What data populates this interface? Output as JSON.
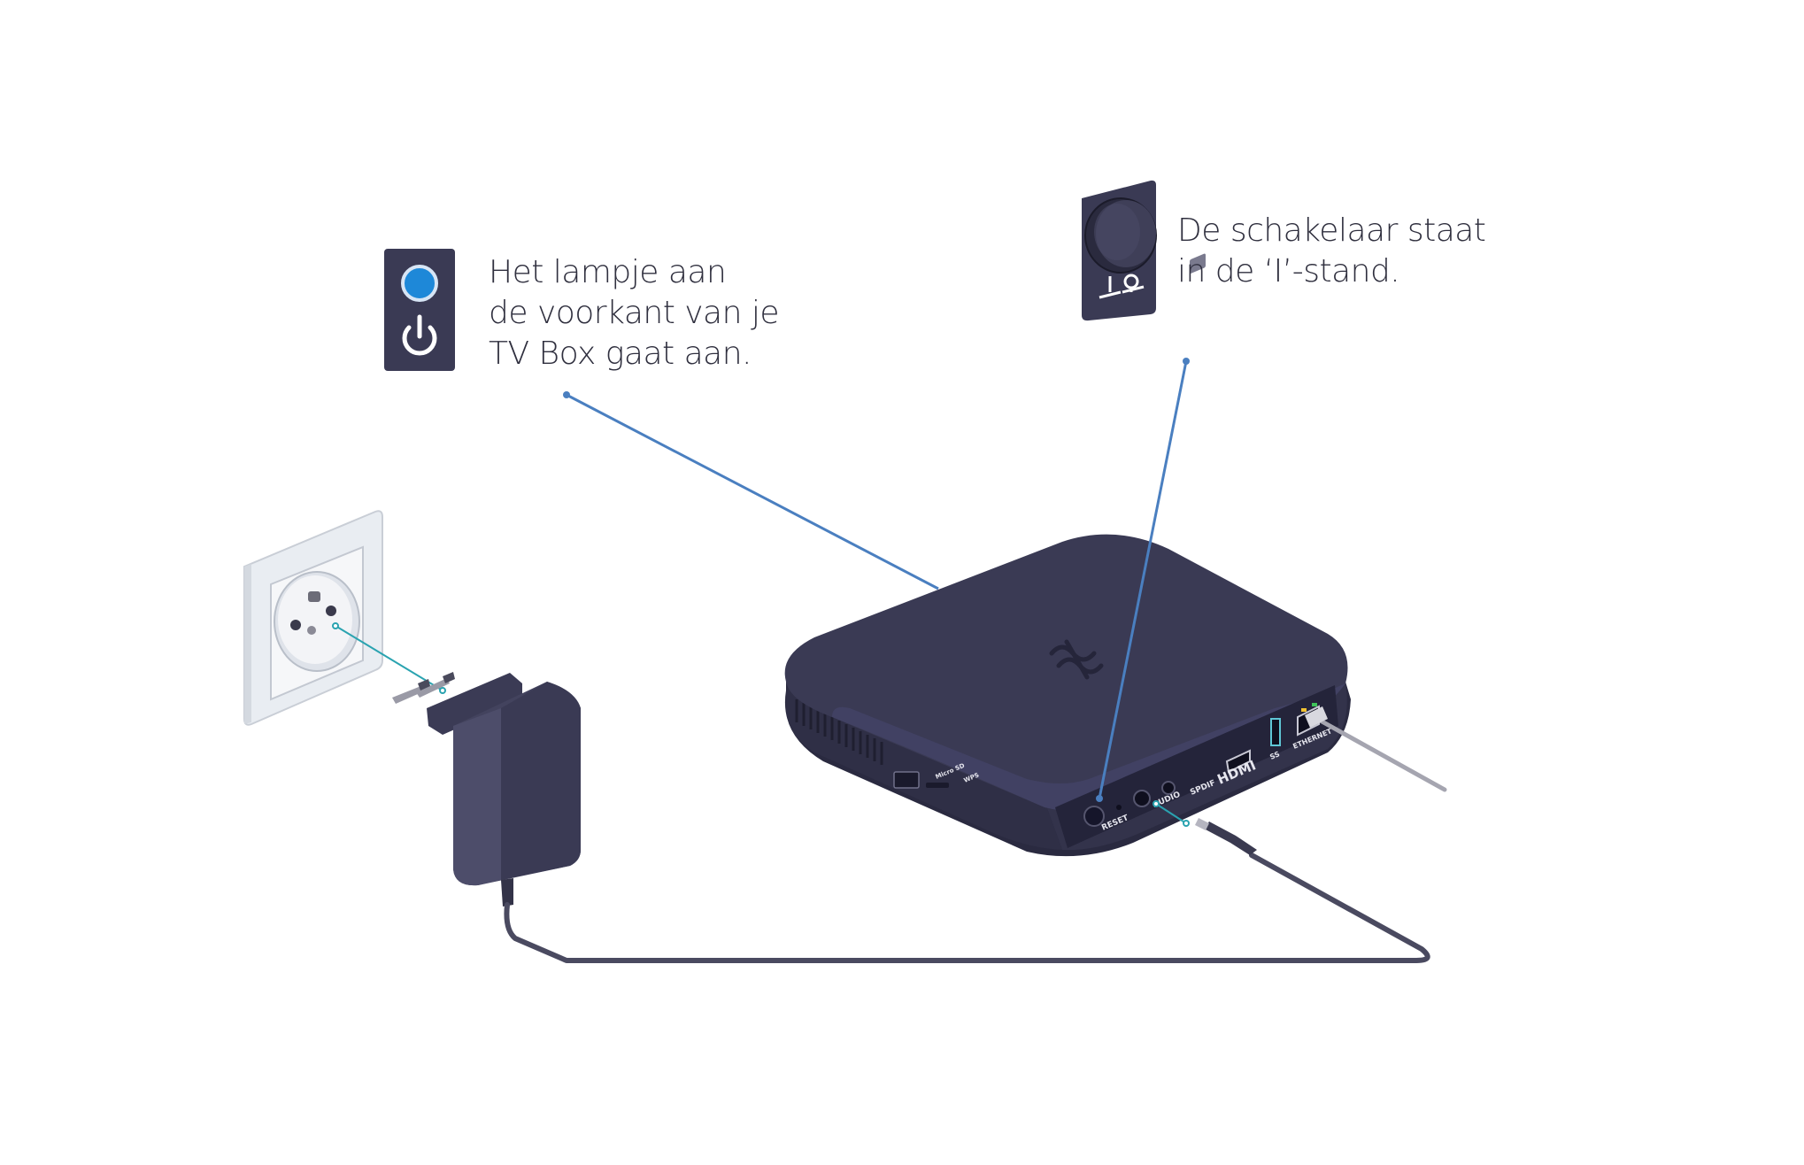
{
  "callouts": {
    "light": {
      "lines": [
        "Het lampje aan",
        "de voorkant van je",
        "TV Box gaat aan."
      ],
      "icon": "led-power-icon",
      "led_color": "#1e88d8"
    },
    "switch": {
      "lines": [
        "De schakelaar staat",
        "in de ‘I’-stand."
      ],
      "icon": "rocker-switch-icon"
    }
  },
  "device": {
    "port_labels": [
      "RESET",
      "AUDIO",
      "SPDIF",
      "HDMI",
      "SS",
      "ETHERNET",
      "Micro SD",
      "WPS"
    ]
  },
  "colors": {
    "device_body": "#3a3a54",
    "device_dark": "#2a2a40",
    "leader_line": "#4a7fc0",
    "teal_line": "#2aa3b0",
    "cable": "#4a4a60"
  }
}
